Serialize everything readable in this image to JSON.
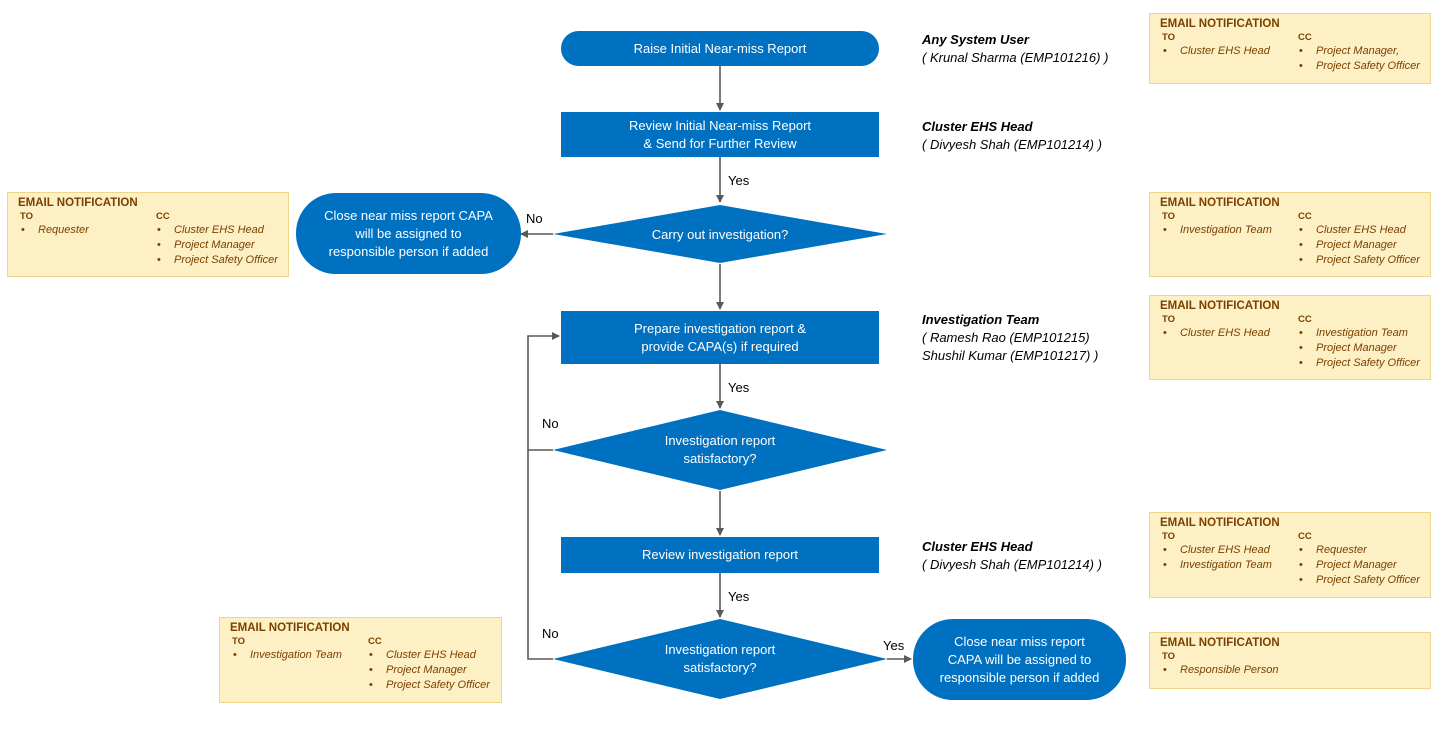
{
  "colors": {
    "node_fill": "#0070c0",
    "connector": "#595959",
    "email_fill": "#fdf0c4",
    "email_text": "#7b3f00"
  },
  "nodes": {
    "raise_report": "Raise Initial Near-miss Report",
    "review_initial": "Review Initial Near-miss Report\n& Send for Further Review",
    "carry_out_investigation": "Carry out investigation?",
    "close_left": "Close near miss report CAPA\nwill be assigned to\nresponsible person if added",
    "prepare_report": "Prepare investigation report &\nprovide CAPA(s) if required",
    "satisfactory_1": "Investigation report\nsatisfactory?",
    "review_investigation": "Review investigation report",
    "satisfactory_2": "Investigation report\nsatisfactory?",
    "close_right": "Close near miss report\nCAPA will be assigned to\nresponsible person if added"
  },
  "edge_labels": {
    "yes": "Yes",
    "no": "No"
  },
  "actors": [
    {
      "role": "Any System User",
      "person": "( Krunal Sharma (EMP101216) )"
    },
    {
      "role": "Cluster EHS Head",
      "person": "( Divyesh Shah (EMP101214) )"
    },
    {
      "role": "Investigation Team",
      "person": "( Ramesh Rao (EMP101215)\n Shushil Kumar (EMP101217) )"
    },
    {
      "role": "Cluster EHS Head",
      "person": "( Divyesh Shah (EMP101214) )"
    }
  ],
  "email_notifications": [
    {
      "title": "EMAIL NOTIFICATION",
      "to_label": "TO",
      "cc_label": "CC",
      "to": [
        "Cluster EHS Head"
      ],
      "cc": [
        "Project Manager,",
        "Project Safety Officer"
      ]
    },
    {
      "title": "EMAIL NOTIFICATION",
      "to_label": "TO",
      "cc_label": "CC",
      "to": [
        "Requester"
      ],
      "cc": [
        "Cluster EHS Head",
        "Project Manager",
        "Project Safety Officer"
      ]
    },
    {
      "title": "EMAIL NOTIFICATION",
      "to_label": "TO",
      "cc_label": "CC",
      "to": [
        "Investigation Team"
      ],
      "cc": [
        "Cluster EHS Head",
        "Project Manager",
        "Project Safety Officer"
      ]
    },
    {
      "title": "EMAIL NOTIFICATION",
      "to_label": "TO",
      "cc_label": "CC",
      "to": [
        "Cluster EHS Head"
      ],
      "cc": [
        "Investigation Team",
        "Project Manager",
        "Project Safety Officer"
      ]
    },
    {
      "title": "EMAIL NOTIFICATION",
      "to_label": "TO",
      "cc_label": "CC",
      "to": [
        "Cluster EHS Head",
        "Investigation Team"
      ],
      "cc": [
        "Requester",
        "Project Manager",
        "Project Safety Officer"
      ]
    },
    {
      "title": "EMAIL NOTIFICATION",
      "to_label": "TO",
      "cc_label": "CC",
      "to": [
        "Investigation Team"
      ],
      "cc": [
        "Cluster EHS Head",
        "Project Manager",
        "Project Safety Officer"
      ]
    },
    {
      "title": "EMAIL NOTIFICATION",
      "to_label": "TO",
      "to": [
        "Responsible Person"
      ]
    }
  ]
}
